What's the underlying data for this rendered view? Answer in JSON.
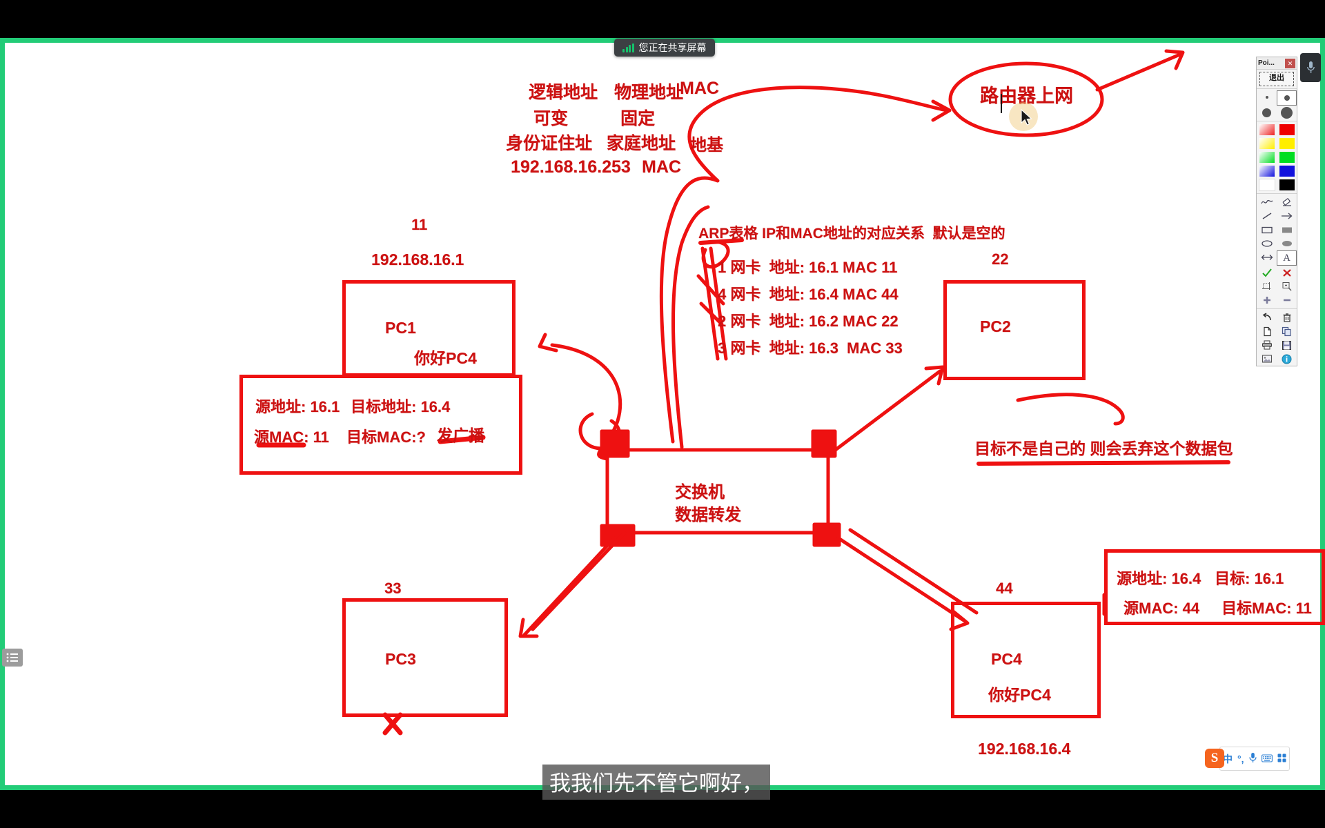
{
  "share_banner": {
    "icon": "signal-bars-icon",
    "text": "您正在共享屏幕"
  },
  "subtitle": "我我们先不管它啊好，",
  "whiteboard": {
    "header": {
      "logical_address": "逻辑地址",
      "physical_address": "物理地址",
      "mac": "MAC",
      "variable": "可变",
      "fixed": "固定",
      "id_address": "身份证住址",
      "home_address": "家庭地址",
      "foundation": "地基",
      "gateway_ip": "192.168.16.253",
      "mac2": "MAC"
    },
    "router": {
      "label": "路由器上网"
    },
    "arp": {
      "title": "ARP表格 IP和MAC地址的对应关系  默认是空的",
      "rows": [
        "1 网卡  地址: 16.1 MAC 11",
        "4 网卡  地址: 16.4 MAC 44",
        "2 网卡  地址: 16.2 MAC 22",
        "3 网卡  地址: 16.3  MAC 33"
      ]
    },
    "switch": {
      "line1": "交换机",
      "line2": "数据转发"
    },
    "pc1": {
      "mac": "11",
      "ip": "192.168.16.1",
      "name": "PC1",
      "message": "你好PC4"
    },
    "pc2": {
      "mac": "22",
      "name": "PC2"
    },
    "pc3": {
      "mac": "33",
      "name": "PC3"
    },
    "pc4": {
      "mac": "44",
      "name": "PC4",
      "message": "你好PC4",
      "ip": "192.168.16.4"
    },
    "packet_left": {
      "line1_a": "源地址: 16.1",
      "line1_b": "目标地址: 16.4",
      "line2_a": "源MAC: 11",
      "line2_b": "目标MAC:?",
      "line2_c": "发广播"
    },
    "packet_right": {
      "line1_a": "源地址: 16.4",
      "line1_b": "目标: 16.1",
      "line2_a": "源MAC: 44",
      "line2_b": "目标MAC: 11"
    },
    "discard_note": "目标不是自己的 则会丢弃这个数据包",
    "ink_color": "#cc1111",
    "box_color": "#ee1111"
  },
  "toolpanel": {
    "title": "Poi...",
    "close": "✕",
    "exit": "退出",
    "sizes": [
      "dot-tiny",
      "dot-small",
      "dot-medium",
      "dot-large"
    ],
    "colors": [
      {
        "name": "red-gradient-swatch",
        "hex": "#ff6b6b"
      },
      {
        "name": "red-swatch",
        "hex": "#ee0000"
      },
      {
        "name": "yellow-gradient-swatch",
        "hex": "#ffee88"
      },
      {
        "name": "yellow-swatch",
        "hex": "#ffee00"
      },
      {
        "name": "green-gradient-swatch",
        "hex": "#77ee99"
      },
      {
        "name": "green-swatch",
        "hex": "#00dd22"
      },
      {
        "name": "blue-gradient-swatch",
        "hex": "#8899ee"
      },
      {
        "name": "blue-swatch",
        "hex": "#1111dd"
      },
      {
        "name": "white-swatch",
        "hex": "#ffffff"
      },
      {
        "name": "black-swatch",
        "hex": "#000000"
      }
    ],
    "tools": [
      {
        "name": "pen-icon",
        "glyph": "∿"
      },
      {
        "name": "eraser-icon",
        "glyph": "⌫"
      },
      {
        "name": "line-icon",
        "glyph": "╱"
      },
      {
        "name": "arrow-icon",
        "glyph": "→"
      },
      {
        "name": "rectangle-icon",
        "glyph": "▭"
      },
      {
        "name": "filled-rectangle-icon",
        "glyph": "▬"
      },
      {
        "name": "ellipse-icon",
        "glyph": "◯"
      },
      {
        "name": "filled-ellipse-icon",
        "glyph": "⬬"
      },
      {
        "name": "double-arrow-icon",
        "glyph": "↔"
      },
      {
        "name": "text-tool-icon",
        "glyph": "A",
        "selected": true
      },
      {
        "name": "check-icon",
        "glyph": "✔"
      },
      {
        "name": "cross-icon",
        "glyph": "✖"
      },
      {
        "name": "crop-icon",
        "glyph": "⬓"
      },
      {
        "name": "magnify-icon",
        "glyph": "⊕"
      },
      {
        "name": "plus-icon",
        "glyph": "✛"
      },
      {
        "name": "minus-icon",
        "glyph": "▬"
      },
      {
        "name": "undo-icon",
        "glyph": "↺"
      },
      {
        "name": "trash-icon",
        "glyph": "🗑"
      },
      {
        "name": "new-page-icon",
        "glyph": "🗋"
      },
      {
        "name": "copy-icon",
        "glyph": "⎘"
      },
      {
        "name": "print-icon",
        "glyph": "🖨"
      },
      {
        "name": "save-icon",
        "glyph": "💾"
      },
      {
        "name": "image-icon",
        "glyph": "🖼"
      },
      {
        "name": "info-icon",
        "glyph": "i"
      }
    ]
  },
  "mic_float": {
    "icon": "microphone-icon",
    "glyph": "🎤"
  },
  "left_menu": {
    "icon": "list-icon"
  },
  "ime": {
    "logo": "S",
    "items": [
      {
        "name": "ime-language-toggle",
        "glyph": "中"
      },
      {
        "name": "ime-punctuation-toggle",
        "glyph": "°,"
      },
      {
        "name": "ime-voice-input",
        "glyph": "🎤"
      },
      {
        "name": "ime-soft-keyboard",
        "glyph": "⌨"
      },
      {
        "name": "ime-toolbox",
        "glyph": "⠿"
      }
    ]
  }
}
